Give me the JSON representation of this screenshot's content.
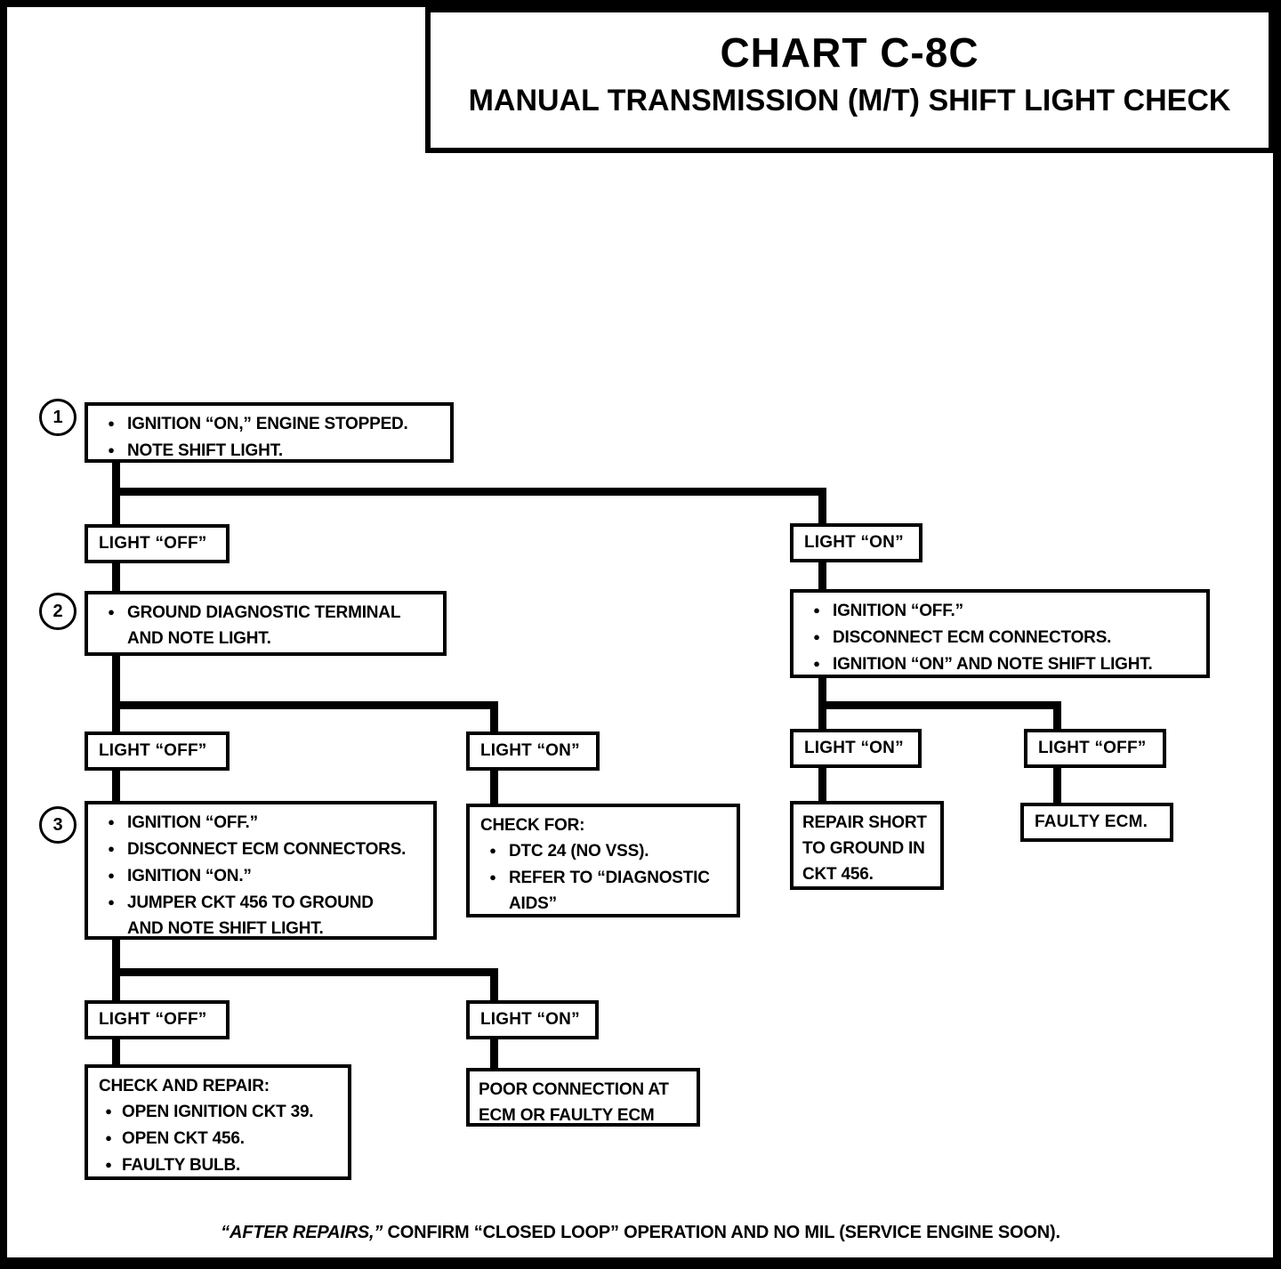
{
  "title": {
    "heading": "CHART C-8C",
    "subheading": "MANUAL TRANSMISSION (M/T) SHIFT LIGHT CHECK"
  },
  "steps": {
    "step1": {
      "number": "1",
      "bullets": [
        "IGNITION “ON,” ENGINE STOPPED.",
        "NOTE SHIFT LIGHT."
      ]
    },
    "step2": {
      "number": "2",
      "bullets": [
        "GROUND DIAGNOSTIC TERMINAL AND NOTE LIGHT."
      ]
    },
    "step3": {
      "number": "3",
      "bullets": [
        "IGNITION “OFF.”",
        "DISCONNECT ECM CONNECTORS.",
        "IGNITION “ON.”",
        "JUMPER CKT 456 TO GROUND AND NOTE SHIFT LIGHT."
      ]
    },
    "ecm_check": {
      "bullets": [
        "IGNITION “OFF.”",
        "DISCONNECT ECM CONNECTORS.",
        "IGNITION “ON” AND NOTE SHIFT LIGHT."
      ]
    }
  },
  "labels": {
    "light_off": "LIGHT “OFF”",
    "light_on": "LIGHT “ON”"
  },
  "results": {
    "check_for": {
      "header": "CHECK FOR:",
      "bullets": [
        "DTC 24 (NO VSS).",
        "REFER TO “DIAGNOSTIC AIDS”"
      ]
    },
    "repair_short": {
      "text": "REPAIR SHORT TO GROUND IN CKT 456."
    },
    "faulty_ecm": {
      "text": "FAULTY ECM."
    },
    "check_repair": {
      "header": "CHECK AND REPAIR:",
      "bullets": [
        "OPEN IGNITION CKT 39.",
        "OPEN CKT 456.",
        "FAULTY BULB."
      ]
    },
    "poor_connection": {
      "text": "POOR CONNECTION AT ECM OR FAULTY ECM"
    }
  },
  "footer": {
    "italic": "“AFTER REPAIRS,”",
    "rest": " CONFIRM “CLOSED LOOP” OPERATION AND NO MIL (SERVICE ENGINE SOON)."
  }
}
